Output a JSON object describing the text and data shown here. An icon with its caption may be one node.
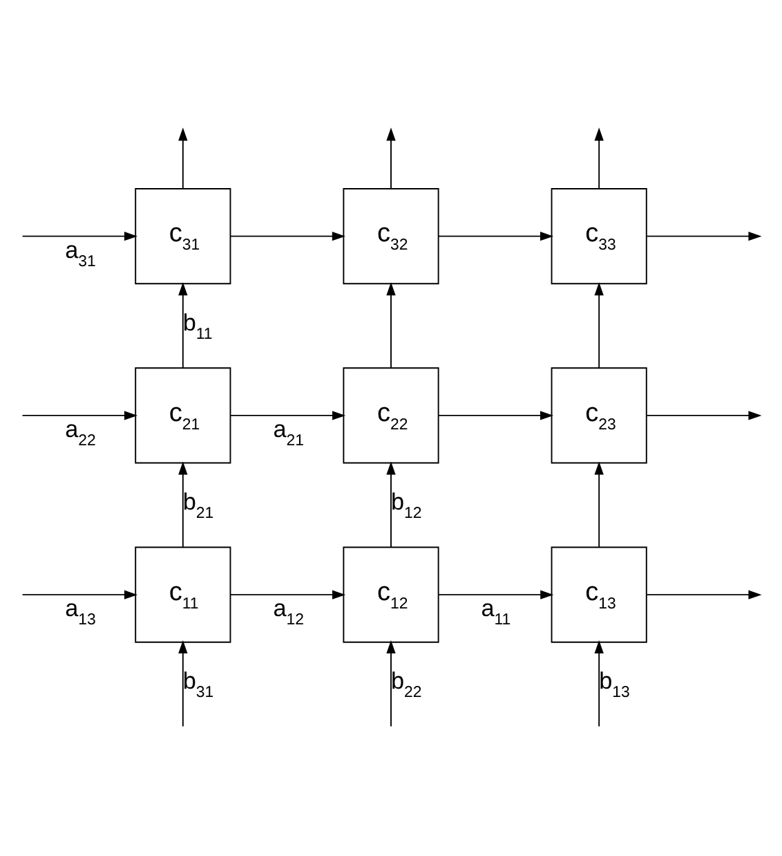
{
  "diagram": {
    "nodes": [
      {
        "text": [
          "c$_{31}$"
        ]
      },
      {
        "text": [
          "c$_{32}$"
        ]
      },
      {
        "text": [
          "c$_{33}$"
        ]
      },
      {
        "text": [
          "c$_{21}$"
        ]
      },
      {
        "text": [
          "c$_{22}$"
        ]
      },
      {
        "text": [
          "c$_{23}$"
        ]
      },
      {
        "text": [
          "c$_{11}$"
        ]
      },
      {
        "text": [
          "c$_{12}$"
        ]
      },
      {
        "text": [
          "c$_{13}$"
        ]
      }
    ],
    "edges": [
      {
        "from": null,
        "to": 0,
        "arrow": "to",
        "label": "a$_{31}$"
      },
      {
        "from": 0,
        "to": null,
        "arrow": "to"
      },
      {
        "from": 1,
        "to": null,
        "arrow": "to"
      },
      {
        "from": 2,
        "to": null,
        "arrow": "to"
      },
      {
        "from": 0,
        "to": 1,
        "arrow": "to"
      },
      {
        "from": 1,
        "to": 2,
        "arrow": "to"
      },
      {
        "from": 2,
        "to": null,
        "arrow": "to"
      },
      {
        "from": 3,
        "to": 0,
        "arrow": "to",
        "label": "b$_{11}$"
      },
      {
        "from": 4,
        "to": 1,
        "arrow": "to"
      },
      {
        "from": 5,
        "to": 2,
        "arrow": "to"
      },
      {
        "from": null,
        "to": 3,
        "arrow": "to",
        "label": "a$_{22}$"
      },
      {
        "from": 3,
        "to": 4,
        "arrow": "to",
        "label": "a$_{21}$"
      },
      {
        "from": 4,
        "to": 5,
        "arrow": "to"
      },
      {
        "from": 5,
        "to": null,
        "arrow": "to"
      },
      {
        "from": 6,
        "to": 3,
        "arrow": "to",
        "label": "b$_{21}$"
      },
      {
        "from": 7,
        "to": 4,
        "arrow": "to",
        "label": "b$_{12}$"
      },
      {
        "from": 8,
        "to": 5,
        "arrow": "to"
      },
      {
        "from": null,
        "to": 6,
        "arrow": "to",
        "label": "a$_{13}$"
      },
      {
        "from": 6,
        "to": 7,
        "arrow": "to",
        "label": "a$_{12}$"
      },
      {
        "from": 7,
        "to": 8,
        "arrow": "to",
        "label": "a$_{11}$"
      },
      {
        "from": 8,
        "to": null,
        "arrow": "to"
      },
      {
        "from": null,
        "to": 6,
        "arrow": "to",
        "label": "b$_{31}$"
      },
      {
        "from": null,
        "to": 7,
        "arrow": "to",
        "label": "b$_{22}$"
      },
      {
        "from": null,
        "to": 8,
        "arrow": "to",
        "label": "b$_{13}$"
      }
    ]
  }
}
